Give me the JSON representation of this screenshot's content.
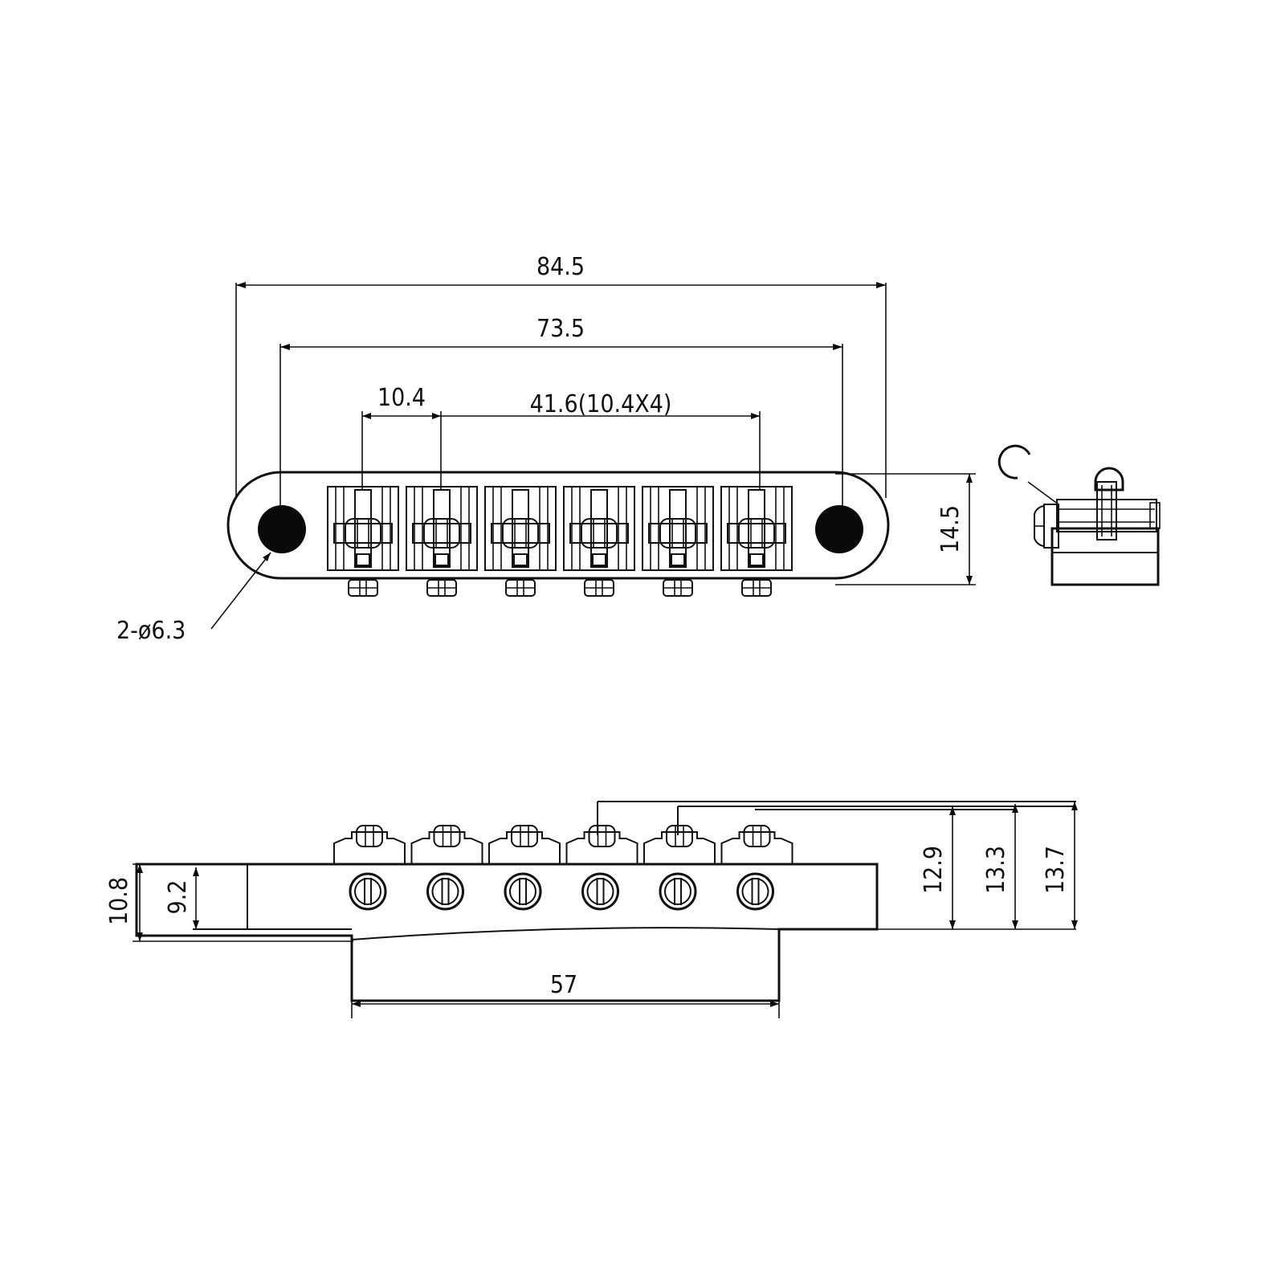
{
  "dimensions": {
    "total_length": "84.5",
    "post_spacing": "73.5",
    "saddle_pitch": "10.4",
    "saddle_span": "41.6(10.4X4)",
    "body_height": "14.5",
    "post_holes": "2-ø6.3",
    "end_height": "10.8",
    "step_height": "9.2",
    "saddle_height_1": "12.9",
    "saddle_height_2": "13.3",
    "saddle_height_3": "13.7",
    "base_length": "57"
  },
  "saddle_count": 6,
  "colors": {
    "line": "#111111",
    "fill": "#0a0a0a",
    "background": "#ffffff"
  }
}
